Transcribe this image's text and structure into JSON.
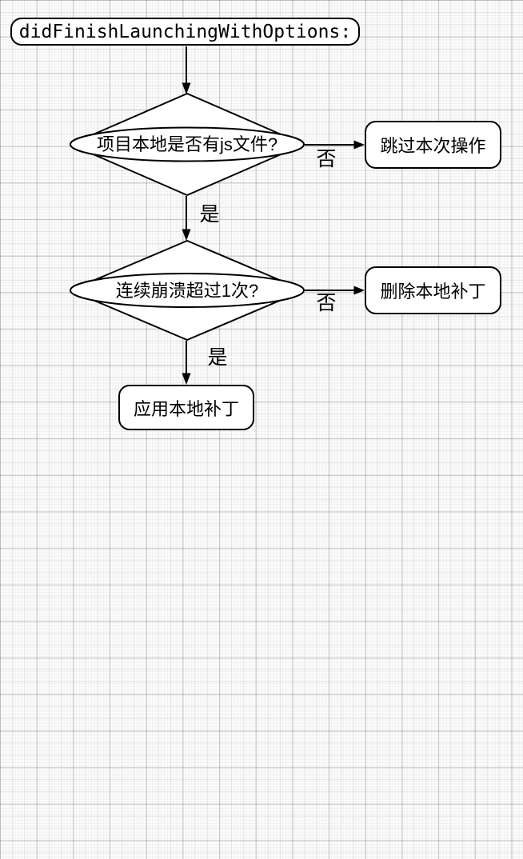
{
  "flow": {
    "start": {
      "label": "didFinishLaunchingWithOptions:"
    },
    "decision_js": {
      "label": "项目本地是否有js文件?"
    },
    "decision_crash": {
      "label": "连续崩溃超过1次?"
    },
    "action_skip": {
      "label": "跳过本次操作"
    },
    "action_delete": {
      "label": "删除本地补丁"
    },
    "action_apply": {
      "label": "应用本地补丁"
    },
    "edge_labels": {
      "yes": "是",
      "no": "否"
    }
  },
  "colors": {
    "stroke": "#000000",
    "node_fill": "#ffffff",
    "background": "#fcfcfc",
    "grid_major": "#c9c9c9",
    "grid_medium": "#e6e6e6",
    "grid_fine": "#f2f2f2"
  }
}
